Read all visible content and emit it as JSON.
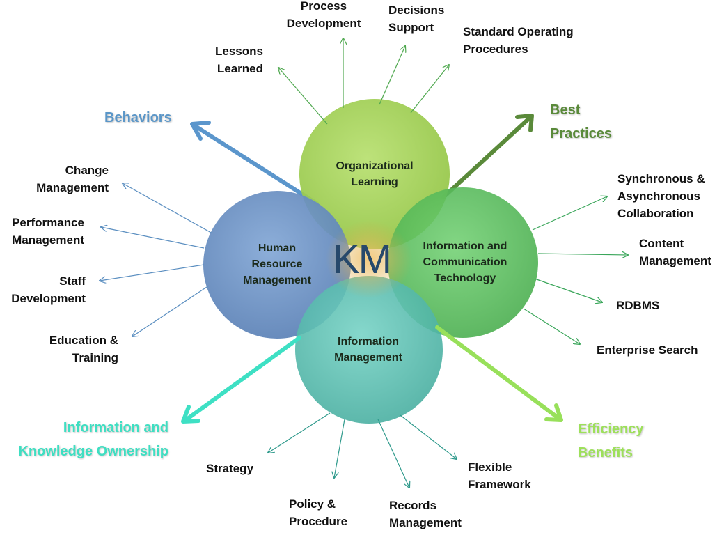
{
  "center": "KM",
  "circles": {
    "top": {
      "lines": [
        "Organizational",
        "Learning"
      ],
      "color": "#a9d65a"
    },
    "left": {
      "lines": [
        "Human",
        "Resource",
        "Management"
      ],
      "color": "#6f95c5"
    },
    "right": {
      "lines": [
        "Information and",
        "Communication",
        "Technology"
      ],
      "color": "#59c35c"
    },
    "bottom": {
      "lines": [
        "Information",
        "Management"
      ],
      "color": "#5cc4b6"
    }
  },
  "outcomes": {
    "behaviors": {
      "lines": [
        "Behaviors"
      ],
      "color": "#5a96c8"
    },
    "best_practices": {
      "lines": [
        "Best",
        "Practices"
      ],
      "color": "#5a8a3a"
    },
    "ownership": {
      "lines": [
        "Information and",
        "Knowledge Ownership"
      ],
      "color": "#3edfc2"
    },
    "efficiency": {
      "lines": [
        "Efficiency",
        "Benefits"
      ],
      "color": "#9de05a"
    }
  },
  "branches": {
    "top": [
      [
        "Lessons",
        "Learned"
      ],
      [
        "Process",
        "Development"
      ],
      [
        "Decisions",
        "Support"
      ],
      [
        "Standard Operating",
        "Procedures"
      ]
    ],
    "left": [
      [
        "Change",
        "Management"
      ],
      [
        "Performance",
        "Management"
      ],
      [
        "Staff",
        "Development"
      ],
      [
        "Education  &",
        "Training"
      ]
    ],
    "right": [
      [
        "Synchronous &",
        "Asynchronous",
        "Collaboration"
      ],
      [
        "Content",
        "Management"
      ],
      [
        "RDBMS"
      ],
      [
        "Enterprise Search"
      ]
    ],
    "bottom": [
      [
        "Strategy"
      ],
      [
        "Policy &",
        "Procedure"
      ],
      [
        "Records",
        "Management"
      ],
      [
        "Flexible",
        "Framework"
      ]
    ]
  }
}
